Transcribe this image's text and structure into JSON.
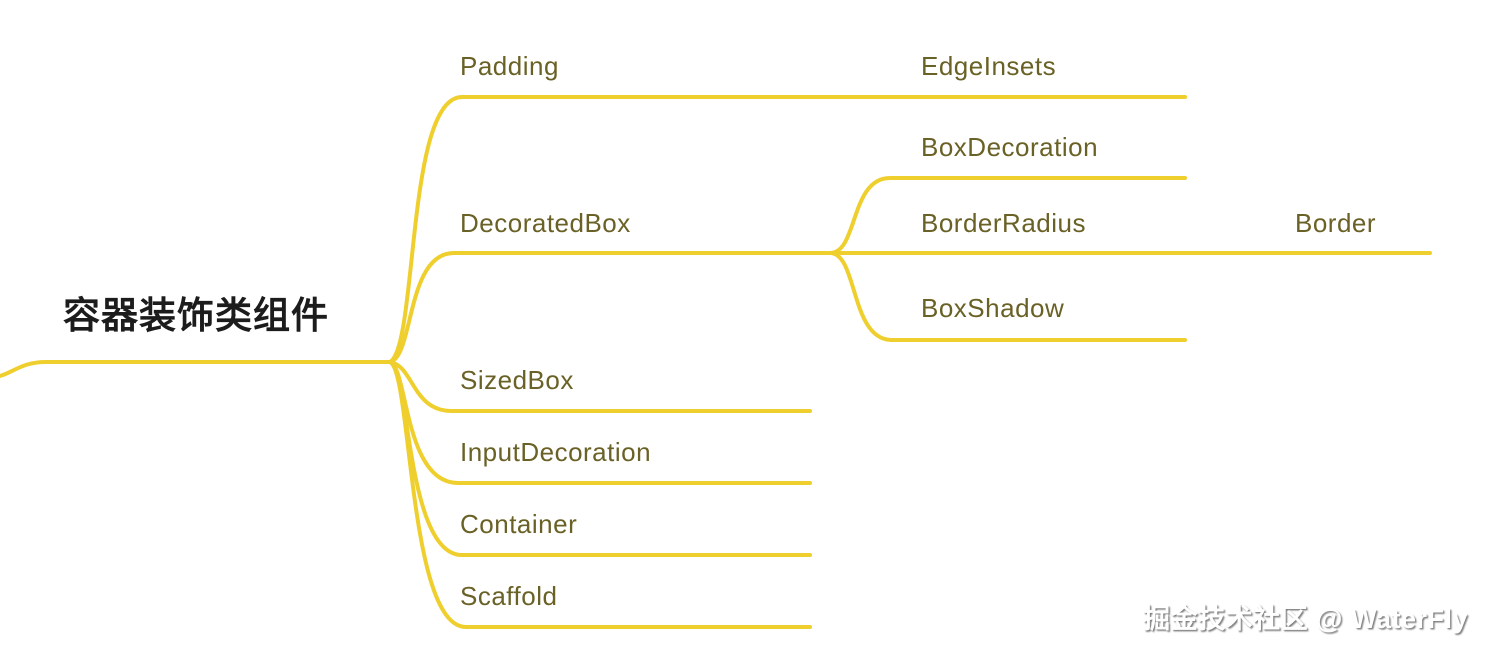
{
  "diagram": {
    "type": "mindmap",
    "root": {
      "label": "容器装饰类组件"
    },
    "nodes": {
      "padding": "Padding",
      "edgeinsets": "EdgeInsets",
      "decoratedbox": "DecoratedBox",
      "boxdecoration": "BoxDecoration",
      "borderradius": "BorderRadius",
      "border": "Border",
      "boxshadow": "BoxShadow",
      "sizedbox": "SizedBox",
      "inputdecoration": "InputDecoration",
      "container": "Container",
      "scaffold": "Scaffold"
    },
    "hierarchy": [
      {
        "label": "Padding",
        "children": [
          {
            "label": "EdgeInsets"
          }
        ]
      },
      {
        "label": "DecoratedBox",
        "children": [
          {
            "label": "BoxDecoration"
          },
          {
            "label": "BorderRadius",
            "children": [
              {
                "label": "Border"
              }
            ]
          },
          {
            "label": "BoxShadow"
          }
        ]
      },
      {
        "label": "SizedBox"
      },
      {
        "label": "InputDecoration"
      },
      {
        "label": "Container"
      },
      {
        "label": "Scaffold"
      }
    ],
    "colors": {
      "branch_line": "#EFCF2D",
      "node_text": "#6A6126",
      "root_text": "#1C1C1C"
    }
  },
  "watermark": {
    "text": "掘金技术社区 @ WaterFly"
  }
}
